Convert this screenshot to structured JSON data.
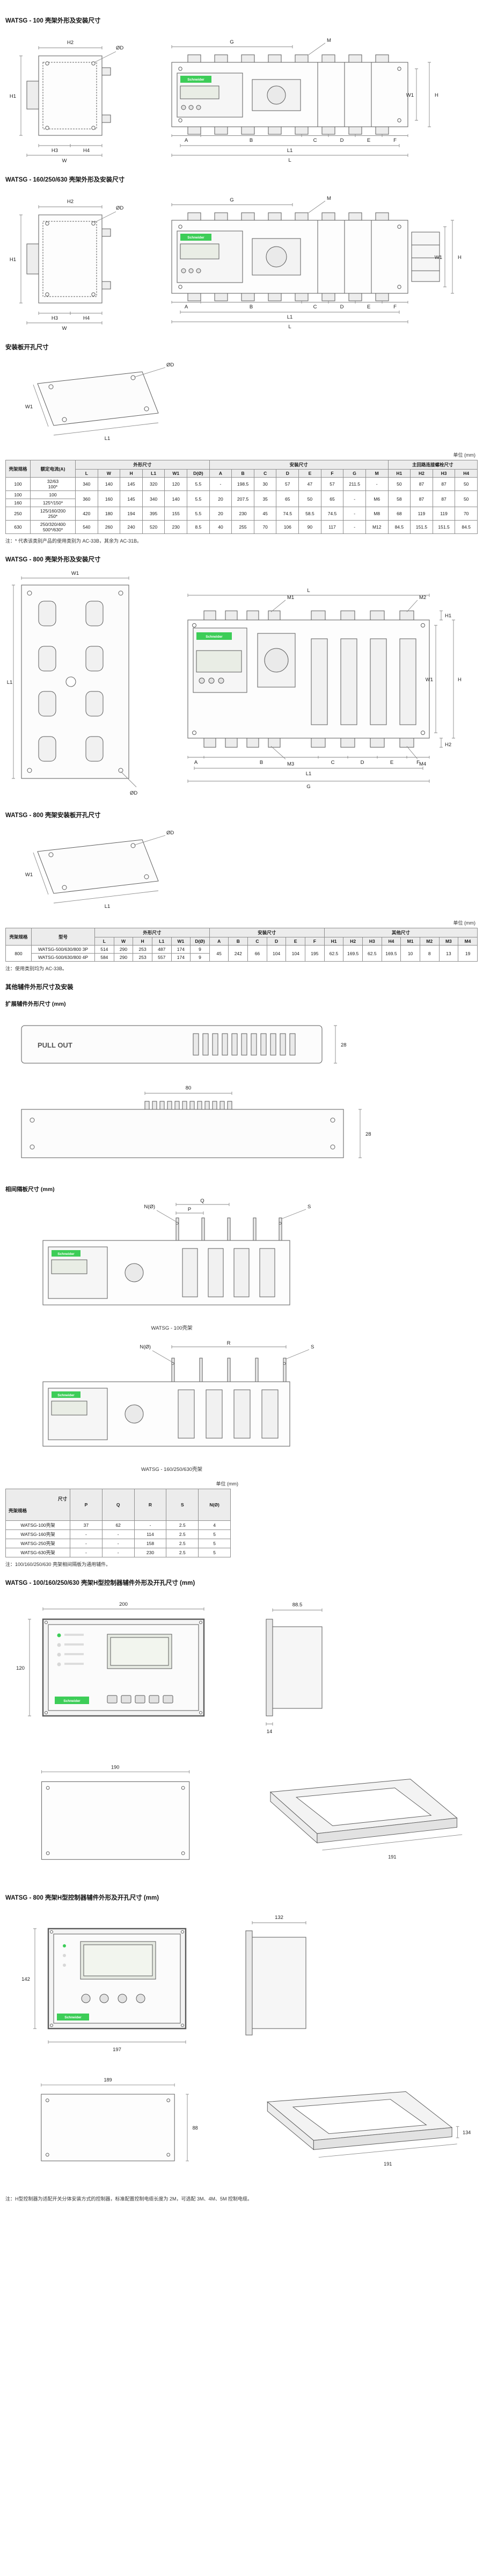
{
  "brand": {
    "name": "Schneider",
    "sub": "Electric"
  },
  "unit_note": "单位 (mm)",
  "sections": {
    "s1": "WATSG - 100 壳架外形及安装尺寸",
    "s2": "WATSG - 160/250/630 壳架外形及安装尺寸",
    "s3": "安装板开孔尺寸",
    "s4": "WATSG - 800 壳架外形及安装尺寸",
    "s5": "WATSG - 800 壳架安装板开孔尺寸",
    "s6": "其他辅件外形尺寸及安装",
    "s6a": "扩展辅件外形尺寸 (mm)",
    "s6b": "相间隔板尺寸 (mm)",
    "s7": "WATSG - 100/160/250/630 壳架H型控制器辅件外形及开孔尺寸 (mm)",
    "s8": "WATSG - 800 壳架H型控制器辅件外形及开孔尺寸 (mm)"
  },
  "captions": {
    "frame100": "WATSG - 100壳架",
    "frame160": "WATSG - 160/250/630壳架"
  },
  "notes": {
    "n1": "注：* 代表该类别产品的使用类别为 AC-33B，其余为 AC-31B。",
    "n2": "注：使用类别均为 AC-33B。",
    "n3": "注：100/160/250/630 壳架相间隔板为通用辅件。",
    "n4": "注：H型控制器为适配开关分体安装方式的控制器，标准配置控制电缆长度为 2M，可选配 3M、4M、5M 控制电缆。"
  },
  "pull_out": "PULL OUT",
  "lab": {
    "L": "L",
    "W": "W",
    "H": "H",
    "L1": "L1",
    "W1": "W1",
    "OD": "ØD",
    "A": "A",
    "B": "B",
    "C": "C",
    "D": "D",
    "E": "E",
    "F": "F",
    "G": "G",
    "M": "M",
    "H1": "H1",
    "H2": "H2",
    "H3": "H3",
    "H4": "H4",
    "M1": "M1",
    "M2": "M2",
    "M3": "M3",
    "M4": "M4",
    "P": "P",
    "Q": "Q",
    "R": "R",
    "S": "S",
    "N": "N(Ø)"
  },
  "meas": {
    "d28a": "28",
    "d80": "80",
    "d28b": "28",
    "d200": "200",
    "d120": "120",
    "d885": "88.5",
    "d14": "14",
    "d190": "190",
    "d191a": "191",
    "d197": "197",
    "d142": "142",
    "d132": "132",
    "d189": "189",
    "d88": "88",
    "d134": "134",
    "d191b": "191"
  },
  "table1": {
    "h_frame": "壳架规格",
    "h_current": "额定电流(A)",
    "g_outline": "外形尺寸",
    "g_install": "安装尺寸",
    "g_bolt": "主回路连接螺栓尺寸",
    "sub": [
      "L",
      "W",
      "H",
      "L1",
      "W1",
      "D(Ø)",
      "A",
      "B",
      "C",
      "D",
      "E",
      "F",
      "G",
      "M",
      "H1",
      "H2",
      "H3",
      "H4"
    ],
    "rows": [
      [
        "100",
        "32/63\n100*",
        "340",
        "140",
        "145",
        "320",
        "120",
        "5.5",
        "-",
        "198.5",
        "30",
        "57",
        "47",
        "57",
        "211.5",
        "-",
        "50",
        "87",
        "87",
        "50"
      ],
      [
        "100",
        "100",
        {
          "t": "360",
          "rs": 2
        },
        {
          "t": "160",
          "rs": 2
        },
        {
          "t": "145",
          "rs": 2
        },
        {
          "t": "340",
          "rs": 2
        },
        {
          "t": "140",
          "rs": 2
        },
        {
          "t": "5.5",
          "rs": 2
        },
        {
          "t": "20",
          "rs": 2
        },
        {
          "t": "207.5",
          "rs": 2
        },
        {
          "t": "35",
          "rs": 2
        },
        {
          "t": "65",
          "rs": 2
        },
        {
          "t": "50",
          "rs": 2
        },
        {
          "t": "65",
          "rs": 2
        },
        {
          "t": "-",
          "rs": 2
        },
        {
          "t": "M6",
          "rs": 2
        },
        {
          "t": "58",
          "rs": 2
        },
        {
          "t": "87",
          "rs": 2
        },
        {
          "t": "87",
          "rs": 2
        },
        {
          "t": "50",
          "rs": 2
        }
      ],
      [
        "160",
        "125*/150*"
      ],
      [
        "250",
        "125/160/200\n250*",
        "420",
        "180",
        "194",
        "395",
        "155",
        "5.5",
        "20",
        "230",
        "45",
        "74.5",
        "58.5",
        "74.5",
        "-",
        "M8",
        "68",
        "119",
        "119",
        "70"
      ],
      [
        "630",
        "250/320/400\n500*/630*",
        "540",
        "260",
        "240",
        "520",
        "230",
        "8.5",
        "40",
        "255",
        "70",
        "106",
        "90",
        "117",
        "-",
        "M12",
        "84.5",
        "151.5",
        "151.5",
        "84.5"
      ]
    ]
  },
  "table2": {
    "h_frame": "壳架规格",
    "h_model": "型号",
    "g_outline": "外形尺寸",
    "g_install": "安装尺寸",
    "g_other": "其他尺寸",
    "sub": [
      "L",
      "W",
      "H",
      "L1",
      "W1",
      "D(Ø)",
      "A",
      "B",
      "C",
      "D",
      "E",
      "F",
      "H1",
      "H2",
      "H3",
      "H4",
      "M1",
      "M2",
      "M3",
      "M4"
    ],
    "rows": [
      [
        {
          "t": "800",
          "rs": 2
        },
        "WATSG-500/630/800 3P",
        "514",
        "290",
        "253",
        "487",
        "174",
        "9",
        {
          "t": "45",
          "rs": 2
        },
        {
          "t": "242",
          "rs": 2
        },
        {
          "t": "66",
          "rs": 2
        },
        {
          "t": "104",
          "rs": 2
        },
        {
          "t": "104",
          "rs": 2
        },
        {
          "t": "195",
          "rs": 2
        },
        {
          "t": "62.5",
          "rs": 2
        },
        {
          "t": "169.5",
          "rs": 2
        },
        {
          "t": "62.5",
          "rs": 2
        },
        {
          "t": "169.5",
          "rs": 2
        },
        {
          "t": "10",
          "rs": 2
        },
        {
          "t": "8",
          "rs": 2
        },
        {
          "t": "13",
          "rs": 2
        },
        {
          "t": "19",
          "rs": 2
        }
      ],
      [
        "WATSG-500/630/800 4P",
        "584",
        "290",
        "253",
        "557",
        "174",
        "9"
      ]
    ]
  },
  "table3": {
    "h_frame": "壳架规格",
    "h_size": "尺寸",
    "sub": [
      "P",
      "Q",
      "R",
      "S",
      "N(Ø)"
    ],
    "rows": [
      [
        "WATSG-100壳架",
        "37",
        "62",
        "-",
        "2.5",
        "4"
      ],
      [
        "WATSG-160壳架",
        "-",
        "-",
        "114",
        "2.5",
        "5"
      ],
      [
        "WATSG-250壳架",
        "-",
        "-",
        "158",
        "2.5",
        "5"
      ],
      [
        "WATSG-630壳架",
        "-",
        "-",
        "230",
        "2.5",
        "5"
      ]
    ]
  }
}
